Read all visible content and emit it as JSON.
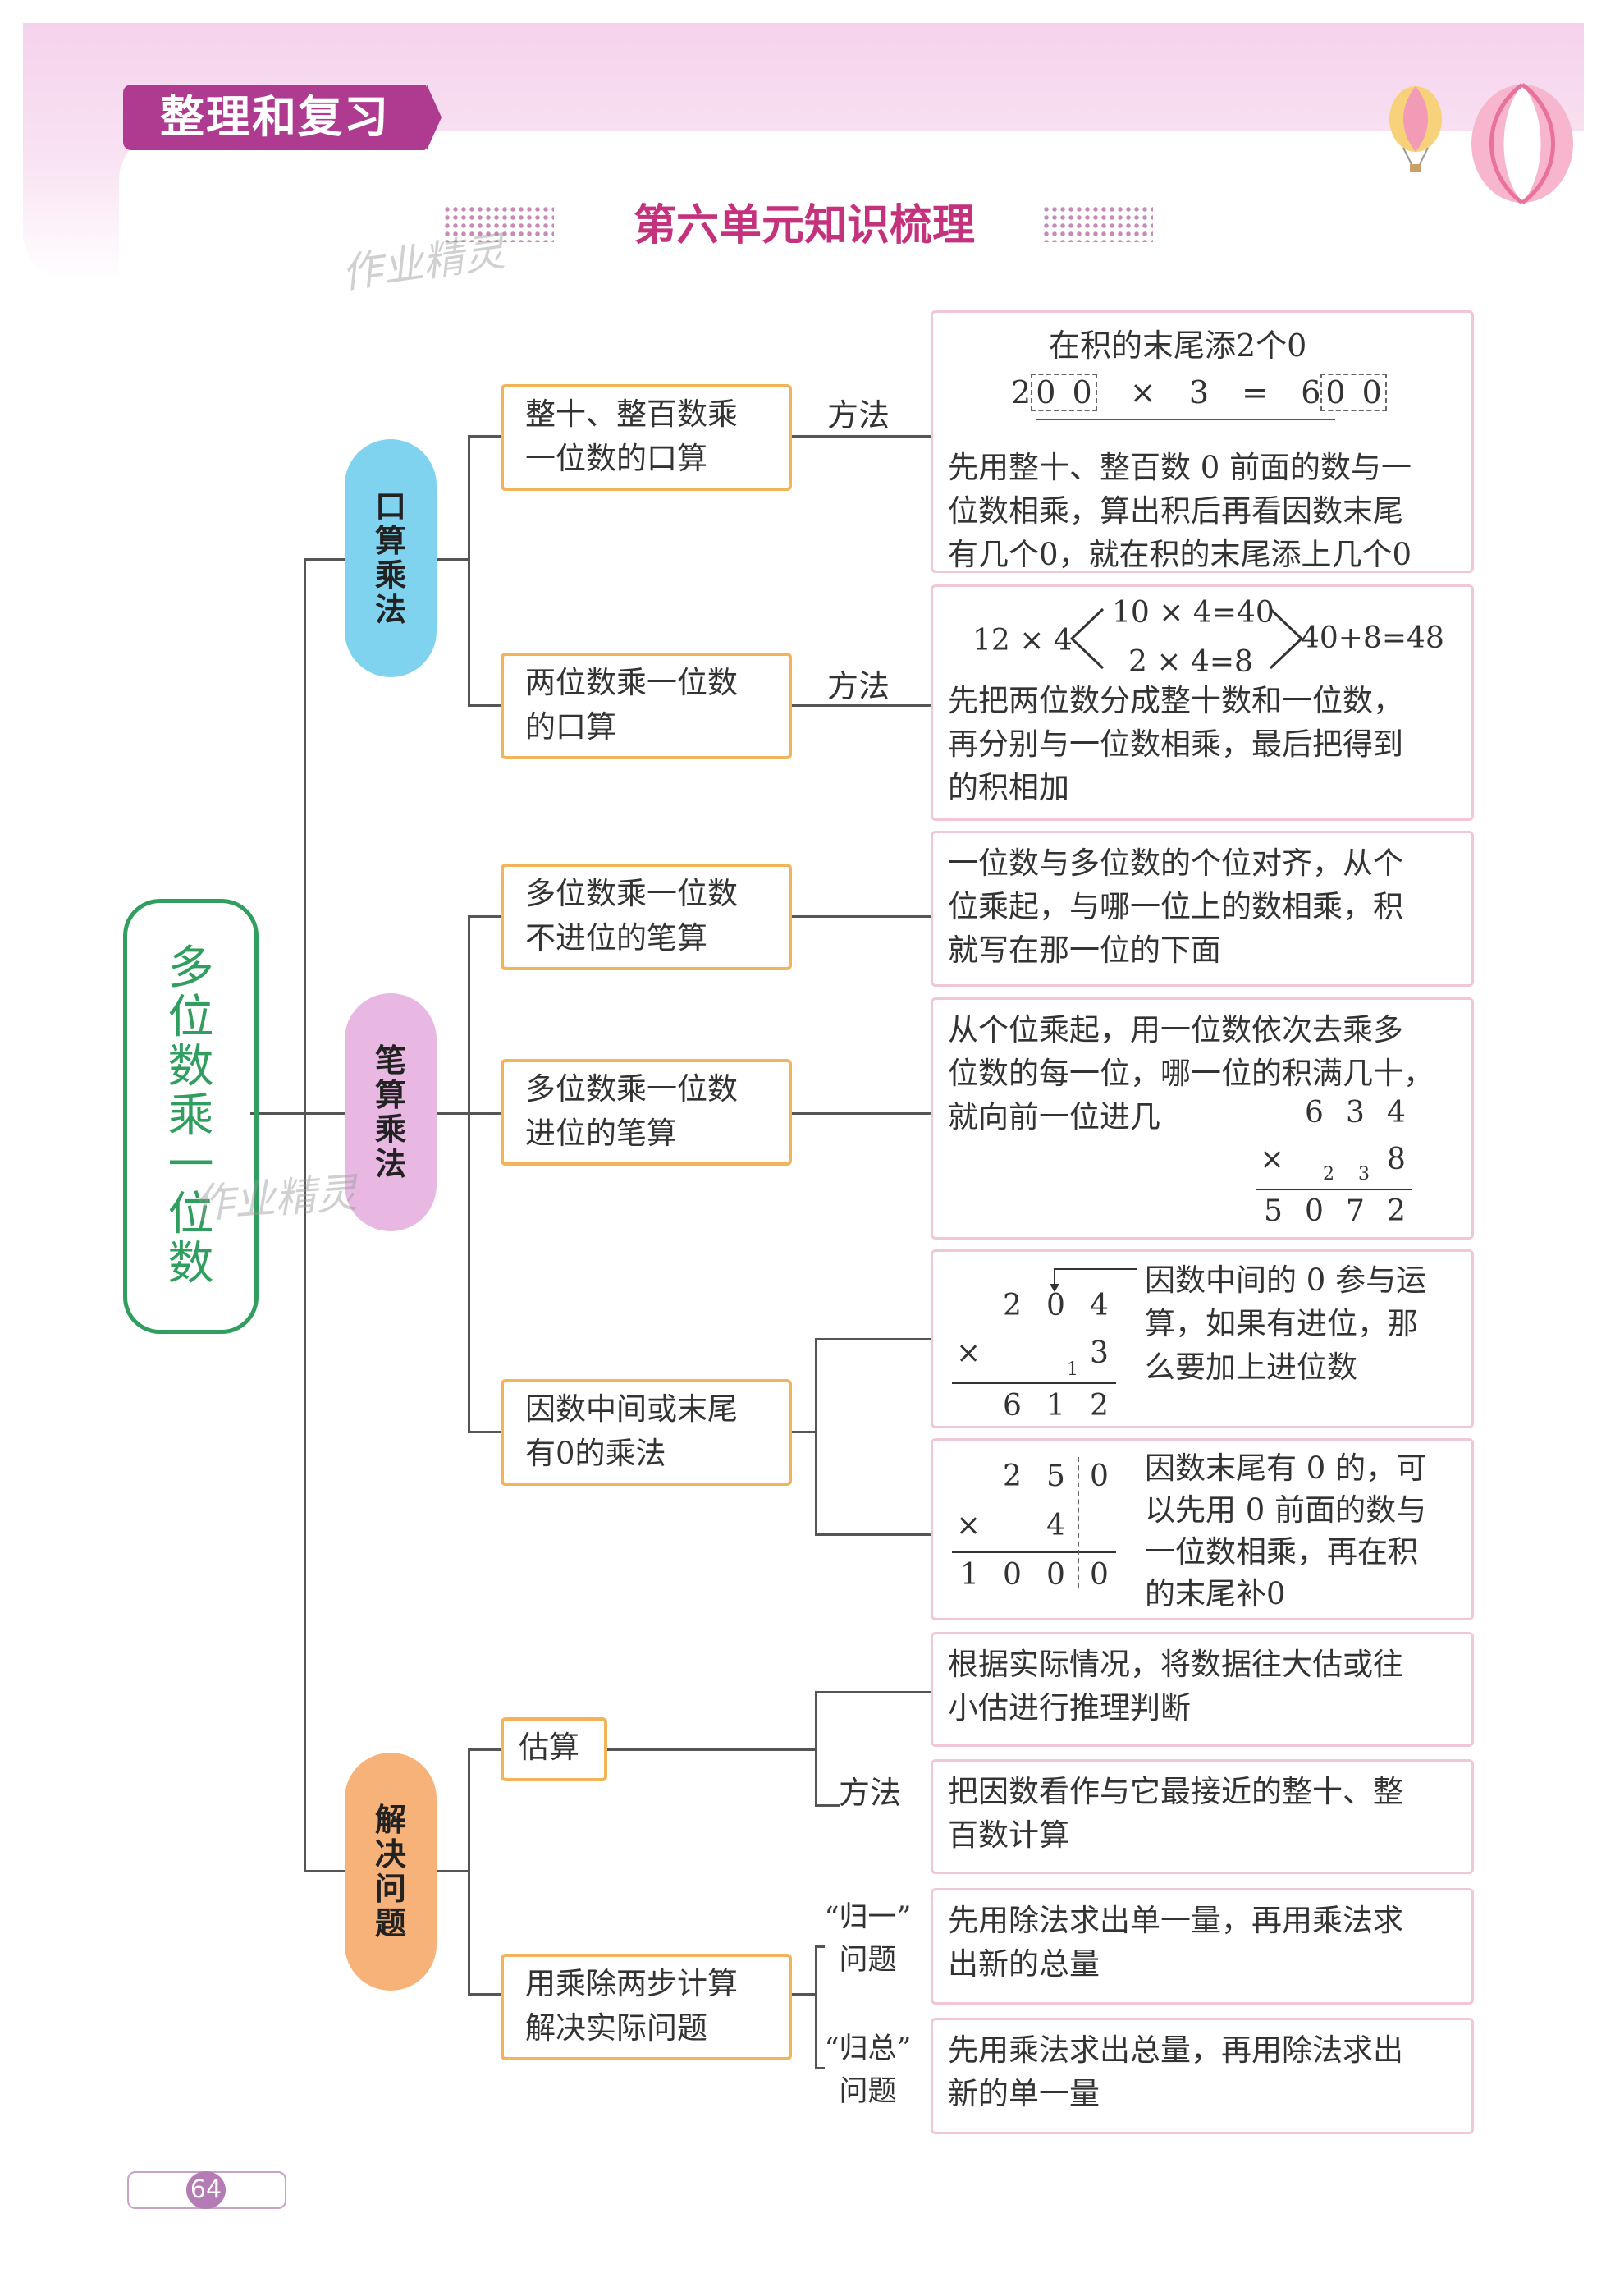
{
  "header": {
    "tag": "整理和复习",
    "title": "第六单元知识梳理",
    "watermark": "作业精灵"
  },
  "root": [
    "多",
    "位",
    "数",
    "乘",
    "一",
    "位",
    "数"
  ],
  "categories": {
    "oral": [
      "口",
      "算",
      "乘",
      "法"
    ],
    "written": [
      "笔",
      "算",
      "乘",
      "法"
    ],
    "solve": [
      "解",
      "决",
      "问",
      "题"
    ]
  },
  "topics": {
    "t1": [
      "整十、整百数乘",
      "一位数的口算"
    ],
    "t2": [
      "两位数乘一位数",
      "的口算"
    ],
    "t3": [
      "多位数乘一位数",
      "不进位的笔算"
    ],
    "t4": [
      "多位数乘一位数",
      "进位的笔算"
    ],
    "t5": [
      "因数中间或末尾",
      "有0的乘法"
    ],
    "t6": "估算",
    "t7": [
      "用乘除两步计算",
      "解决实际问题"
    ]
  },
  "labels": {
    "method": "方法",
    "guiyi": [
      "“归一”",
      "问题"
    ],
    "guizong": [
      "“归总”",
      "问题"
    ]
  },
  "p1": {
    "note": "在积的末尾添2个0",
    "eq": {
      "a": "2",
      "a0": "0 0",
      "op": "×",
      "b": "3",
      "eqsign": "=",
      "r": "6",
      "r0": "0 0"
    },
    "lines": [
      "先用整十、整百数 0 前面的数与一",
      "位数相乘，算出积后再看因数末尾",
      "有几个0，就在积的末尾添上几个0"
    ]
  },
  "p2": {
    "left": "12 × 4",
    "top": "10 × 4=40",
    "bottom": "2 × 4=8",
    "right": "40+8=48",
    "lines": [
      "先把两位数分成整十数和一位数，",
      "再分别与一位数相乘，最后把得到",
      "的积相加"
    ]
  },
  "p3": {
    "lines": [
      "一位数与多位数的个位对齐，从个",
      "位乘起，与哪一位上的数相乘，积",
      "就写在那一位的下面"
    ]
  },
  "p4": {
    "lines": [
      "从个位乘起，用一位数依次去乘多",
      "位数的每一位，哪一位的积满几十，",
      "就向前一位进几"
    ],
    "calc": {
      "top": [
        "6",
        "3",
        "4"
      ],
      "times": "×",
      "carry": [
        "2",
        "3"
      ],
      "mult": "8",
      "result": [
        "5",
        "0",
        "7",
        "2"
      ]
    }
  },
  "p5": {
    "calc": {
      "top": [
        "2",
        "0",
        "4"
      ],
      "times": "×",
      "carry": "1",
      "mult": "3",
      "result": [
        "6",
        "1",
        "2"
      ]
    },
    "lines": [
      "因数中间的 0 参与运",
      "算，如果有进位，那",
      "么要加上进位数"
    ]
  },
  "p6": {
    "calc": {
      "top": [
        "2",
        "5",
        "0"
      ],
      "times": "×",
      "mult": "4",
      "result": [
        "1",
        "0",
        "0",
        "0"
      ]
    },
    "lines": [
      "因数末尾有 0 的，可",
      "以先用 0 前面的数与",
      "一位数相乘，再在积",
      "的末尾补0"
    ]
  },
  "p7": {
    "lines": [
      "根据实际情况，将数据往大估或往",
      "小估进行推理判断"
    ]
  },
  "p8": {
    "lines": [
      "把因数看作与它最接近的整十、整",
      "百数计算"
    ]
  },
  "p9": {
    "lines": [
      "先用除法求出单一量，再用乘法求",
      "出新的总量"
    ]
  },
  "p10": {
    "lines": [
      "先用乘法求出总量，再用除法求出",
      "新的单一量"
    ]
  },
  "page_number": "64",
  "colors": {
    "accent": "#ae3b8f",
    "title": "#c4317c",
    "root": "#2f9e5e",
    "oral": "#7fd3ef",
    "written": "#e8b8e3",
    "solve": "#f7b27a",
    "topic_border": "#f2b45a",
    "panel_border": "#f0c6d8"
  }
}
